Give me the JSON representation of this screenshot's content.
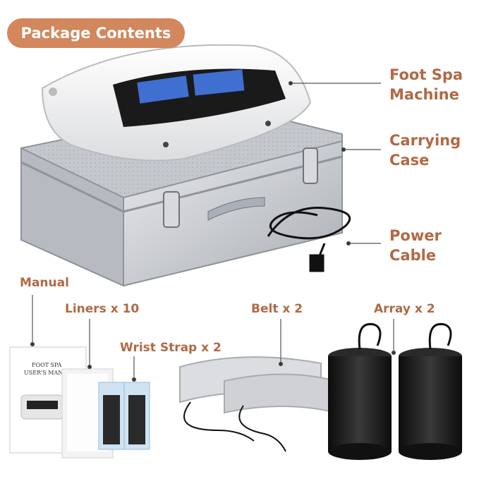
{
  "header": {
    "title": "Package Contents"
  },
  "labels": {
    "foot_spa": [
      "Foot Spa",
      "Machine"
    ],
    "carrying_case": [
      "Carrying",
      "Case"
    ],
    "power_cable": [
      "Power",
      "Cable"
    ],
    "manual": "Manual",
    "liners": "Liners x 10",
    "wrist_strap": "Wrist Strap x 2",
    "belt": "Belt x 2",
    "array": "Array x 2"
  },
  "manual_text": {
    "line1": "FOOT SPA",
    "line2": "USER'S MANUAL"
  },
  "colors": {
    "accent": "#d2875d",
    "label_text": "#b06a45",
    "case_silver": "#c9ccd1",
    "array_black": "#1b1b1b"
  }
}
